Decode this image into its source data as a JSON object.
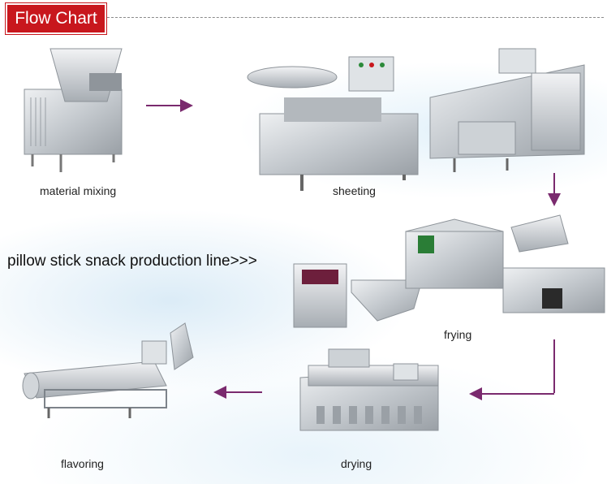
{
  "header": {
    "title": "Flow Chart"
  },
  "headline": "pillow stick snack production line>>>",
  "steps": {
    "material_mixing": "material mixing",
    "sheeting": "sheeting",
    "frying": "frying",
    "drying": "drying",
    "flavoring": "flavoring"
  },
  "colors": {
    "title_bg": "#c8171d",
    "arrow": "#7a2a6e",
    "steel": "#c9ced3"
  }
}
